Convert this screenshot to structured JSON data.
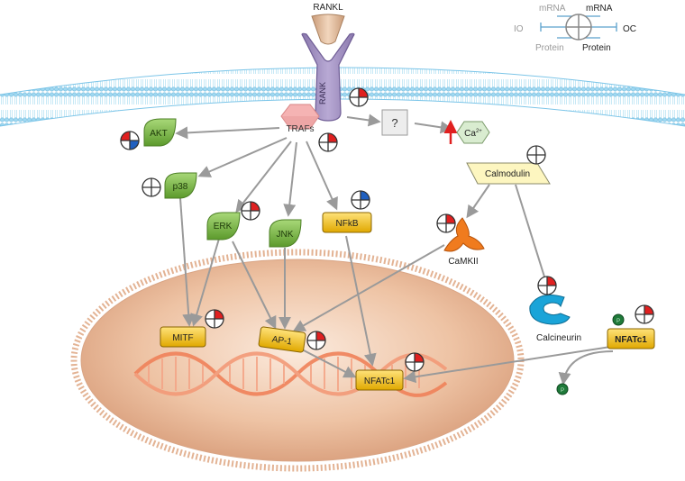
{
  "legend": {
    "left": "IO",
    "right": "OC",
    "top_left": "mRNA",
    "top_right": "mRNA",
    "bottom_left": "Protein",
    "bottom_right": "Protein"
  },
  "labels": {
    "rankl": "RANKL",
    "rank": "RANK",
    "trafs": "TRAFs",
    "unknown": "?",
    "ca": "Ca",
    "ca_sup": "2+",
    "akt": "AKT",
    "p38": "p38",
    "erk": "ERK",
    "jnk": "JNK",
    "nfkb": "NFkB",
    "calmodulin": "Calmodulin",
    "camkii": "CaMKII",
    "calcineurin": "Calcineurin",
    "nfatc1_cyto": "NFATc1",
    "mitf": "MITF",
    "ap1": "AP-1",
    "nfatc1_nuc": "NFATc1",
    "p_top": "P",
    "p_bottom": "P"
  },
  "colors": {
    "up": "#e02020",
    "down": "#2060c0",
    "none": "#ffffff",
    "green": "#7cb342",
    "yellow": "#f5c518",
    "membrane": "#8fd0ee",
    "rank": "#a493c4",
    "rankl": "#e6c3a5",
    "traf": "#f2a5a5",
    "camkii": "#f07b1e",
    "calcineurin": "#1aa4d8",
    "nucleus": "#e3b394"
  },
  "regulation": {
    "rank": [
      "none",
      "up",
      "none",
      "none"
    ],
    "trafs": [
      "none",
      "up",
      "none",
      "none"
    ],
    "akt": [
      "up",
      "none",
      "none",
      "down"
    ],
    "p38": [
      "none",
      "none",
      "none",
      "none"
    ],
    "erk": [
      "none",
      "up",
      "none",
      "none"
    ],
    "nfkb": [
      "none",
      "down",
      "none",
      "none"
    ],
    "calmodulin": [
      "none",
      "none",
      "none",
      "none"
    ],
    "camkii": [
      "none",
      "up",
      "none",
      "none"
    ],
    "calcineurin": [
      "none",
      "up",
      "none",
      "none"
    ],
    "nfatc1_cyto": [
      "none",
      "up",
      "none",
      "none"
    ],
    "mitf": [
      "none",
      "up",
      "none",
      "none"
    ],
    "ap1": [
      "none",
      "up",
      "none",
      "none"
    ],
    "nfatc1_nuc": [
      "none",
      "up",
      "none",
      "none"
    ]
  }
}
